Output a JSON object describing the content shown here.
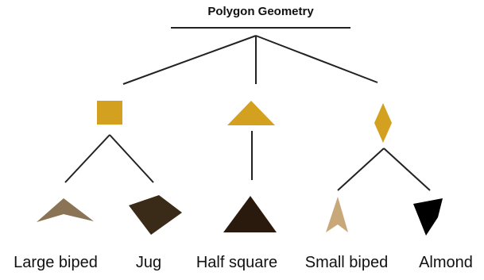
{
  "diagram": {
    "title": "Polygon Geometry",
    "categories": [
      {
        "shape": "square",
        "color": "#D4A020"
      },
      {
        "shape": "triangle",
        "color": "#D4A020"
      },
      {
        "shape": "diamond",
        "color": "#D4A020"
      }
    ],
    "leaves": [
      {
        "label": "Large biped",
        "shape": "biped-large",
        "color": "#8B7355"
      },
      {
        "label": "Jug",
        "shape": "jug",
        "color": "#3A2A18"
      },
      {
        "label": "Half square",
        "shape": "half-square",
        "color": "#2A1A0E"
      },
      {
        "label": "Small biped",
        "shape": "biped-small",
        "color": "#C8A878"
      },
      {
        "label": "Almond",
        "shape": "almond",
        "color": "#000000"
      }
    ],
    "line_color": "#222222"
  }
}
